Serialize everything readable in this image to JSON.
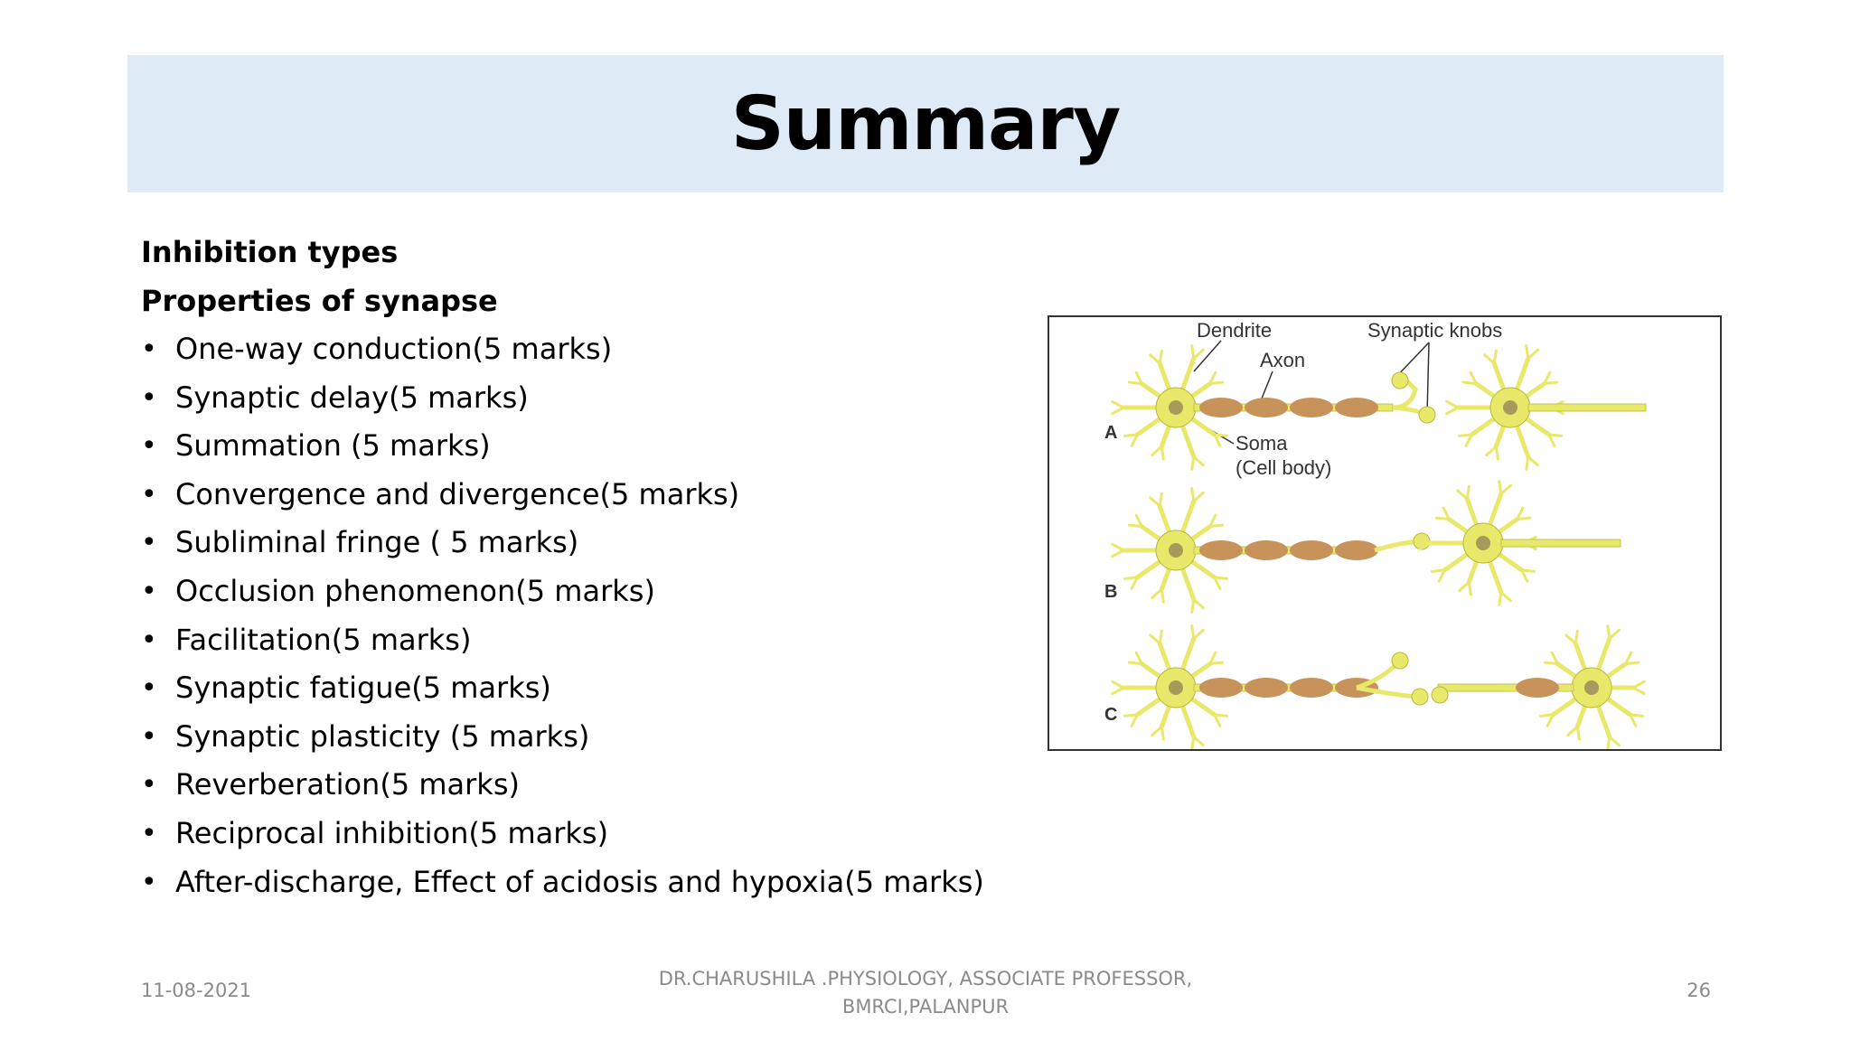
{
  "slide": {
    "title": "Summary",
    "headings": [
      "Inhibition types",
      "Properties of synapse"
    ],
    "bullets": [
      "One-way conduction(5 marks)",
      "Synaptic delay(5 marks)",
      "Summation (5 marks)",
      "Convergence and divergence(5 marks)",
      "Subliminal fringe ( 5 marks)",
      "Occlusion phenomenon(5 marks)",
      "Facilitation(5 marks)",
      "Synaptic fatigue(5 marks)",
      "Synaptic plasticity (5 marks)",
      "Reverberation(5 marks)",
      "Reciprocal inhibition(5 marks)",
      "After-discharge, Effect of acidosis and hypoxia(5 marks)"
    ],
    "bullet_char": "•"
  },
  "figure": {
    "labels": {
      "dendrite": "Dendrite",
      "axon": "Axon",
      "synaptic_knobs": "Synaptic knobs",
      "soma": "Soma",
      "cell_body": "(Cell body)",
      "row_a": "A",
      "row_b": "B",
      "row_c": "C"
    },
    "colors": {
      "neuron": "#e8e86a",
      "neuron_outline": "#b8b83a",
      "myelin": "#c8935a",
      "nucleus": "#a89a5a"
    }
  },
  "footer": {
    "date": "11-08-2021",
    "center_line1": "DR.CHARUSHILA .PHYSIOLOGY, ASSOCIATE  PROFESSOR,",
    "center_line2": "BMRCI,PALANPUR",
    "page": "26"
  }
}
